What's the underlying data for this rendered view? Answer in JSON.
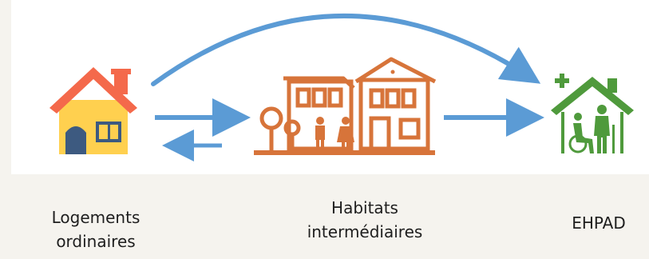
{
  "labels": {
    "logements": [
      "Logements",
      "ordinaires"
    ],
    "habitats": [
      "Habitats",
      "intermédiaires"
    ],
    "ehpad": [
      "EHPAD"
    ]
  },
  "colors": {
    "arrow": "#5b9bd5",
    "house_roof": "#f4694b",
    "house_wall": "#ffd04f",
    "house_door": "#3d5a80",
    "habitat": "#d7743a",
    "ehpad": "#4f9a3c",
    "background": "#f5f3ee",
    "panel": "#ffffff"
  },
  "icons": {
    "logements": "house-icon",
    "habitats": "shared-housing-icon",
    "ehpad": "nursing-home-icon"
  }
}
